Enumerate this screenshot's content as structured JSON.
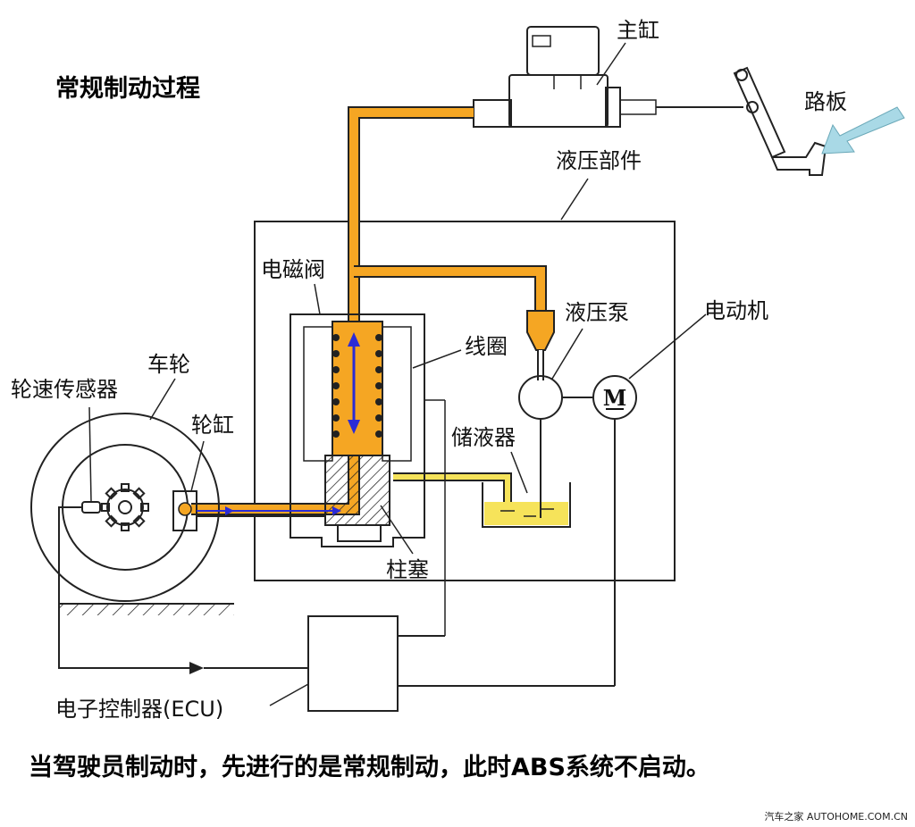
{
  "title": "常规制动过程",
  "labels": {
    "master_cylinder": "主缸",
    "pedal": "路板",
    "hydraulic_unit": "液压部件",
    "solenoid_valve": "电磁阀",
    "pump": "液压泵",
    "motor": "电动机",
    "coil": "线圈",
    "wheel": "车轮",
    "wheel_speed_sensor": "轮速传感器",
    "wheel_cylinder": "轮缸",
    "reservoir": "储液器",
    "plunger": "柱塞",
    "ecu": "电子控制器(ECU)",
    "motor_symbol": "M"
  },
  "caption": "当驾驶员制动时，先进行的是常规制动，此时ABS系统不启动。",
  "watermark": "汽车之家 AUTOHOME.COM.CN",
  "colors": {
    "fluid": "#f5a623",
    "fluid_light": "#f6e35a",
    "arrow_blue": "#2b2bd6",
    "pedal_arrow": "#a9d9e6"
  }
}
